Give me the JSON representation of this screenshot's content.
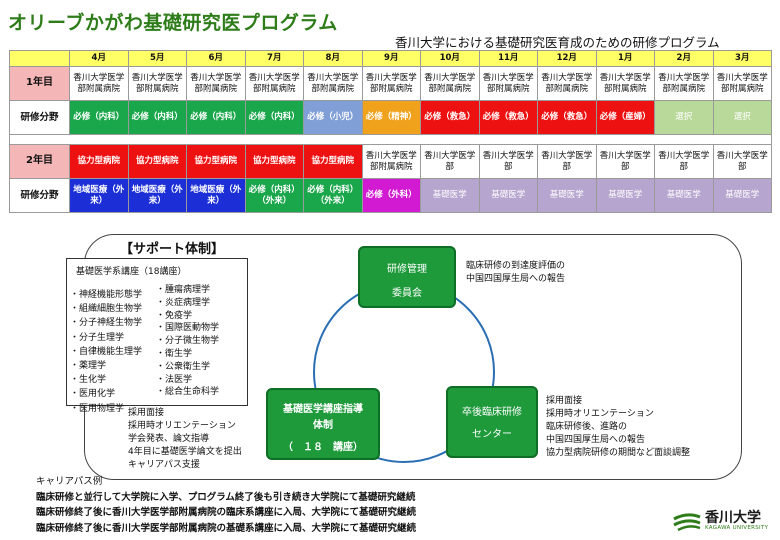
{
  "title": "オリーブかがわ基礎研究医プログラム",
  "subtitle": "香川大学における基礎研究医育成のための研修プログラム",
  "months": [
    "4月",
    "5月",
    "6月",
    "7月",
    "8月",
    "9月",
    "10月",
    "11月",
    "12月",
    "1月",
    "2月",
    "3月"
  ],
  "year1": {
    "label": "1年目",
    "hospitals": [
      "香川大学医学部附属病院",
      "香川大学医学部附属病院",
      "香川大学医学部附属病院",
      "香川大学医学部附属病院",
      "香川大学医学部附属病院",
      "香川大学医学部附属病院",
      "香川大学医学部附属病院",
      "香川大学医学部附属病院",
      "香川大学医学部附属病院",
      "香川大学医学部附属病院",
      "香川大学医学部附属病院",
      "香川大学医学部附属病院"
    ],
    "spec_label": "研修分野",
    "specs": [
      "必修（内科）",
      "必修（内科）",
      "必修（内科）",
      "必修（内科）",
      "必修（小児）",
      "必修（精神）",
      "必修（救急）",
      "必修（救急）",
      "必修（救急）",
      "必修（産婦）",
      "選択",
      "選択"
    ],
    "spec_colors": [
      "green",
      "green",
      "green",
      "green",
      "blue",
      "orange",
      "red",
      "red",
      "red",
      "red",
      "lgreen",
      "lgreen"
    ]
  },
  "year2": {
    "label": "2年目",
    "hospitals": [
      "協力型病院",
      "協力型病院",
      "協力型病院",
      "協力型病院",
      "協力型病院",
      "香川大学医学部附属病院",
      "香川大学医学部",
      "香川大学医学部",
      "香川大学医学部",
      "香川大学医学部",
      "香川大学医学部",
      "香川大学医学部"
    ],
    "hospital_colors": [
      "red",
      "red",
      "red",
      "red",
      "red",
      "white",
      "white",
      "white",
      "white",
      "white",
      "white",
      "white"
    ],
    "spec_label": "研修分野",
    "specs": [
      "地域医療（外来）",
      "地域医療（外来）",
      "地域医療（外来）",
      "必修（内科）（外来）",
      "必修（内科）（外来）",
      "必修（外科）",
      "基礎医学",
      "基礎医学",
      "基礎医学",
      "基礎医学",
      "基礎医学",
      "基礎医学"
    ],
    "spec_colors": [
      "dblue",
      "dblue",
      "dblue",
      "green",
      "green",
      "purple",
      "lavender",
      "lavender",
      "lavender",
      "lavender",
      "lavender",
      "lavender"
    ]
  },
  "support": {
    "title": "【サポート体制】",
    "dept_head": "基礎医学系講座（18講座）",
    "dept_col1": [
      "・神経機能形態学",
      "・組織細胞生物学",
      "・分子神経生物学",
      "・分子生理学",
      "・自律機能生理学",
      "・薬理学",
      "・生化学",
      "・医用化学",
      "・医用物理学"
    ],
    "dept_col2": [
      "・腫瘍病理学",
      "・炎症病理学",
      "・免疫学",
      "・国際医動物学",
      "・分子微生物学",
      "・衛生学",
      "・公衆衛生学",
      "・法医学",
      "・総合生命科学"
    ],
    "box_top_l1": "研修管理",
    "box_top_l2": "委員会",
    "box_left_l1": "基礎医学講座指導",
    "box_left_l2": "体制",
    "box_left_l3": "（　１８　講座）",
    "box_right_l1": "卒後臨床研修",
    "box_right_l2": "センター",
    "note_top": [
      "臨床研修の到達度評価の",
      "中国四国厚生局への報告"
    ],
    "note_left": [
      "採用面接",
      "採用時オリエンテーション",
      "学会発表、論文指導",
      "4年目に基礎医学論文を提出",
      "キャリアパス支援"
    ],
    "note_right": [
      "採用面接",
      "採用時オリエンテーション",
      "臨床研修後、進路の",
      "中国四国厚生局への報告",
      "協力型病院研修の期間など面談調整"
    ]
  },
  "career": {
    "heading": "キャリアパス例",
    "lines": [
      "臨床研修と並行して大学院に入学、プログラム終了後も引き続き大学院にて基礎研究継続",
      "臨床研修終了後に香川大学医学部附属病院の臨床系講座に入局、大学院にて基礎研究継続",
      "臨床研修終了後に香川大学医学部附属病院の基礎系講座に入局、大学院にて基礎研究継続"
    ]
  },
  "logo": {
    "jp": "香川大学",
    "en": "KAGAWA UNIVERSITY"
  },
  "colors": {
    "green": "#1aa64a",
    "blue": "#7f9fd6",
    "orange": "#f0a21c",
    "red": "#ee1111",
    "lgreen": "#b8d99a",
    "dblue": "#1c2fd6",
    "purple": "#d11ad1",
    "lavender": "#b6a5cf",
    "header_yellow": "#ffff66",
    "year_pink": "#f4b6b6",
    "title_green": "#2e7d1a",
    "box_green": "#1e9a3b"
  }
}
